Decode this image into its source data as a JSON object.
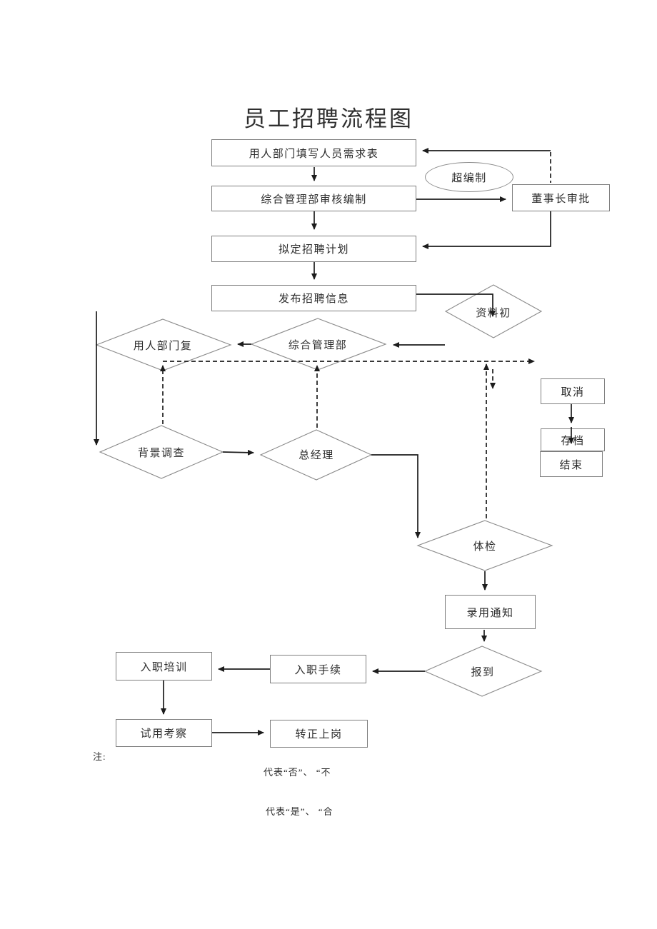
{
  "page": {
    "title": "员工招聘流程图",
    "note": "注:",
    "legend": {
      "no_line": "代表“否”、 “不",
      "yes_line": "代表“是”、 “合"
    },
    "line_color": "#1c1c1c",
    "border_color": "#7f7f7f"
  },
  "nodes": {
    "fill_request": {
      "label": "用人部门填写人员需求表"
    },
    "over_establishment": {
      "label": "超编制"
    },
    "admin_review": {
      "label": "综合管理部审核编制"
    },
    "chairman_approval": {
      "label": "董事长审批"
    },
    "draft_plan": {
      "label": "拟定招聘计划"
    },
    "publish_info": {
      "label": "发布招聘信息"
    },
    "material_screening": {
      "label": "资料初"
    },
    "dept_recheck": {
      "label": "用人部门复"
    },
    "admin_dept": {
      "label": "综合管理部"
    },
    "cancel": {
      "label": "取消"
    },
    "archive": {
      "label": "存档"
    },
    "finish": {
      "label": "结束"
    },
    "background_check": {
      "label": "背景调查"
    },
    "general_manager": {
      "label": "总经理"
    },
    "physical_exam": {
      "label": "体检"
    },
    "offer_notice": {
      "label": "录用通知"
    },
    "report_in": {
      "label": "报到"
    },
    "onboarding": {
      "label": "入职手续"
    },
    "orientation": {
      "label": "入职培训"
    },
    "probation": {
      "label": "试用考察"
    },
    "regular_position": {
      "label": "转正上岗"
    }
  }
}
